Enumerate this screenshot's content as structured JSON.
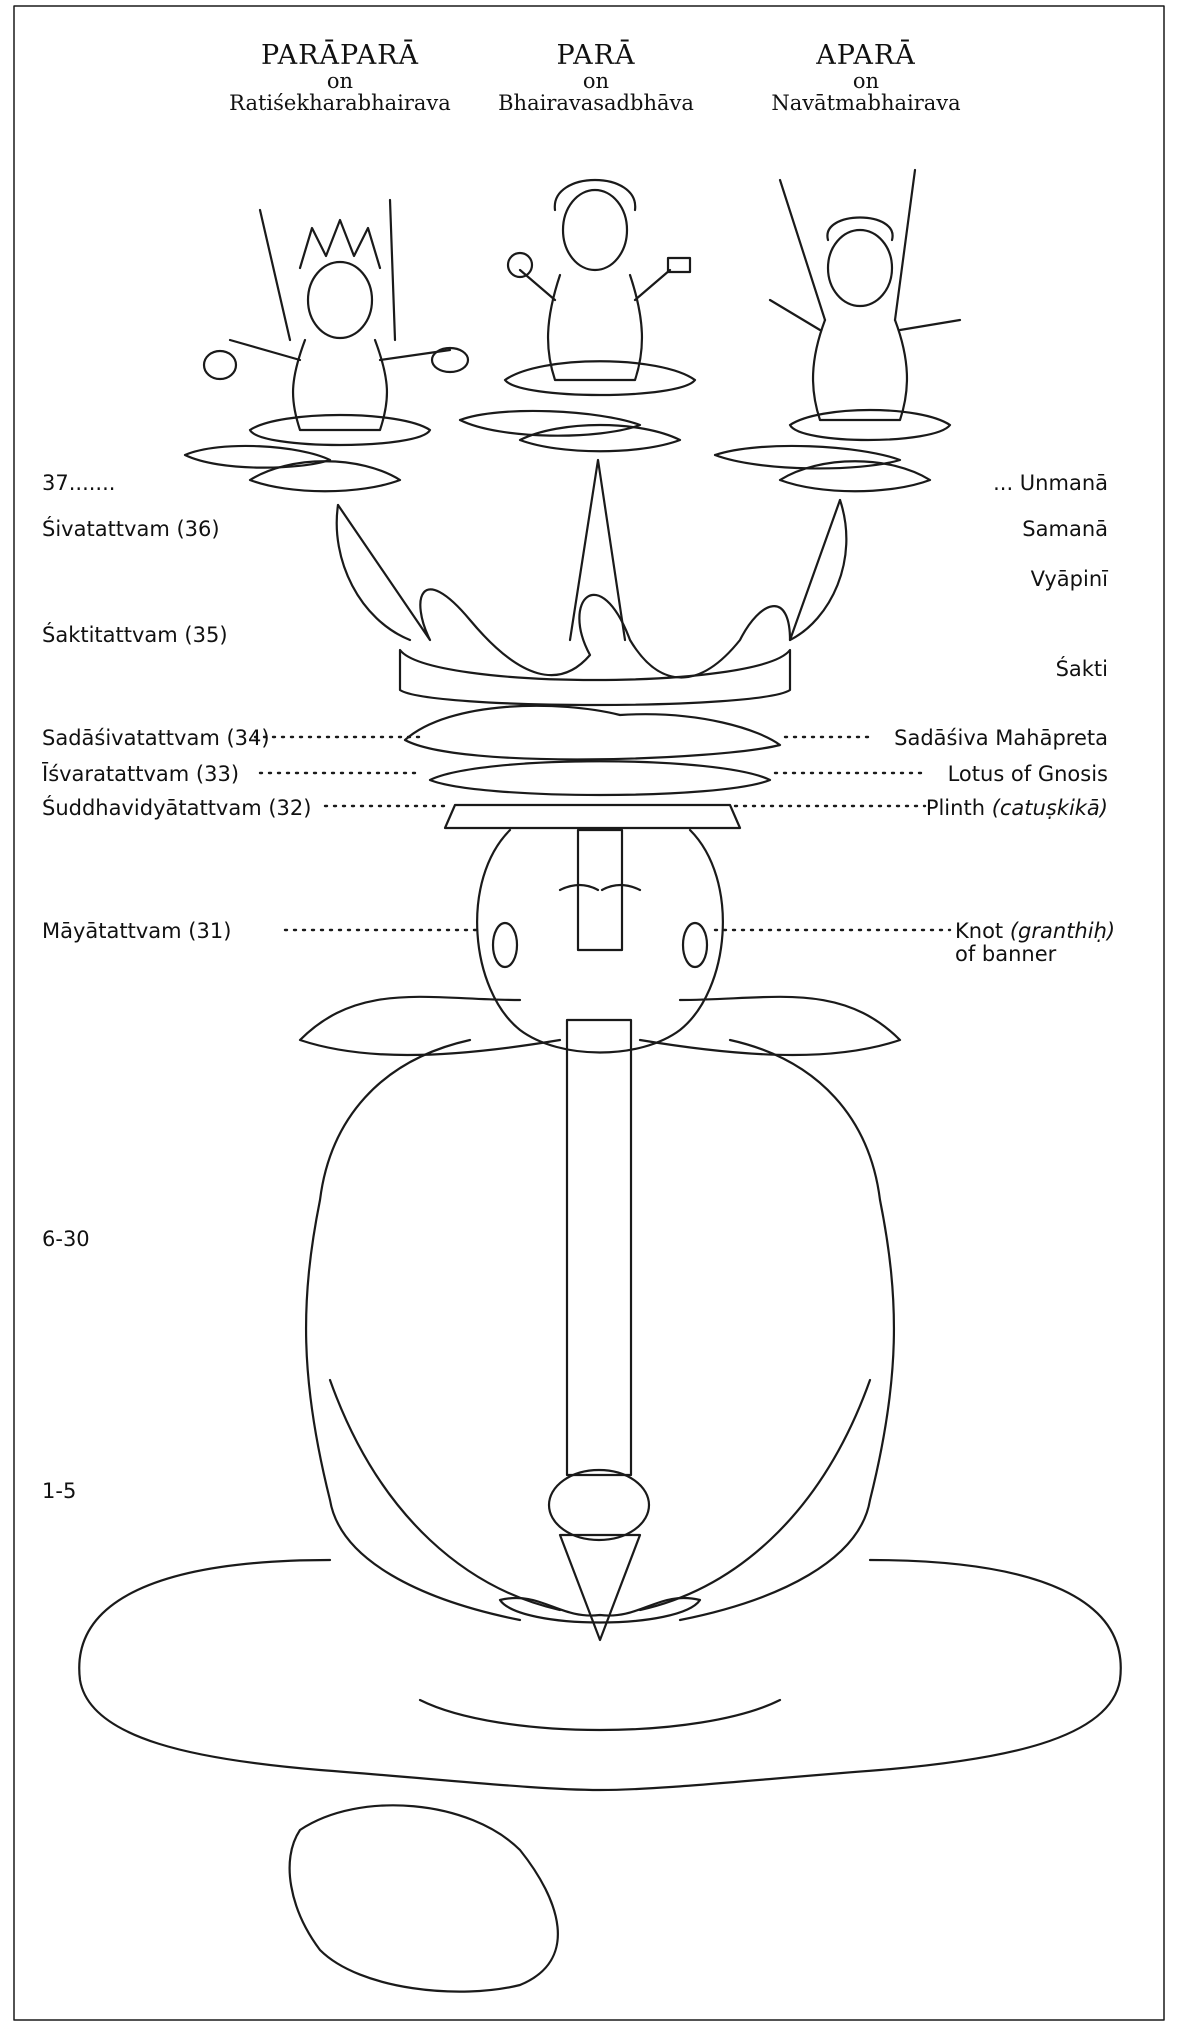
{
  "headers": [
    {
      "title": "PARĀPARĀ",
      "on": "on",
      "deity": "Ratiśekharabhairava"
    },
    {
      "title": "PARĀ",
      "on": "on",
      "deity": "Bhairavasadbhāva"
    },
    {
      "title": "APARĀ",
      "on": "on",
      "deity": "Navātmabhairava"
    }
  ],
  "left_labels": {
    "l37": "37.......",
    "siva": "Śivatattvam (36)",
    "sakti": "Śaktitattvam (35)",
    "sadasiva": "Sadāśivatattvam (34)",
    "isvara": "Īśvaratattvam (33)",
    "suddha": "Śuddhavidyātattvam (32)",
    "maya": "Māyātattvam (31)",
    "l630": "6-30",
    "l15": "1-5"
  },
  "right_labels": {
    "unmana": "... Unmanā",
    "samana": "Samanā",
    "vyapini": "Vyāpinī",
    "sakti": "Śakti",
    "mahapreta": "Sadāśiva Mahāpreta",
    "lotus": "Lotus of Gnosis",
    "plinth_prefix": "Plinth",
    "plinth_term": "(catuṣkikā)",
    "knot_prefix": "Knot",
    "knot_term": "(granthiḥ)",
    "knot_line2": "of banner"
  }
}
